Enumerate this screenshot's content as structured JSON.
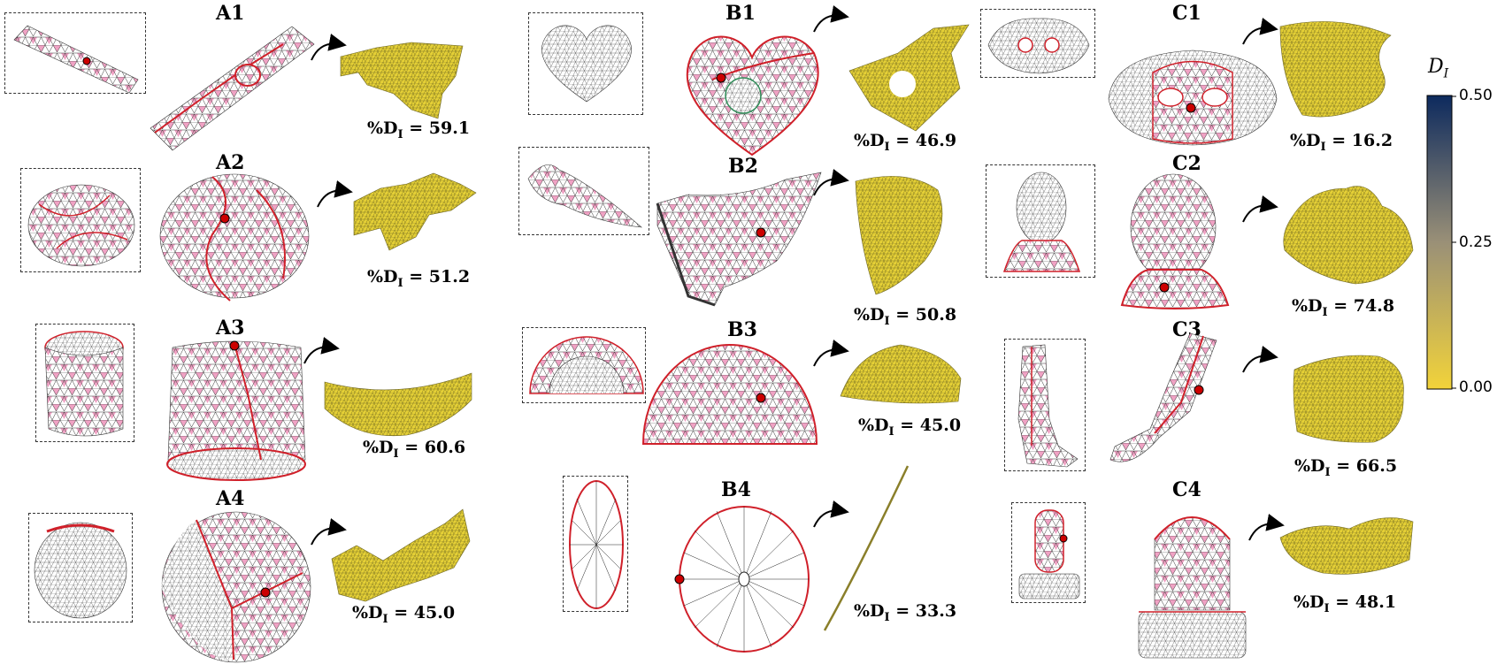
{
  "metric_prefix": "%D",
  "metric_sub": "I",
  "panels": [
    {
      "label": "A1",
      "value": "59.1"
    },
    {
      "label": "A2",
      "value": "51.2"
    },
    {
      "label": "A3",
      "value": "60.6"
    },
    {
      "label": "A4",
      "value": "45.0"
    },
    {
      "label": "B1",
      "value": "46.9"
    },
    {
      "label": "B2",
      "value": "50.8"
    },
    {
      "label": "B3",
      "value": "45.0"
    },
    {
      "label": "B4",
      "value": "33.3"
    },
    {
      "label": "C1",
      "value": "16.2"
    },
    {
      "label": "C2",
      "value": "74.8"
    },
    {
      "label": "C3",
      "value": "66.5"
    },
    {
      "label": "C4",
      "value": "48.1"
    }
  ],
  "colorbar": {
    "title": "D",
    "title_sub": "I",
    "ticks": [
      "0.50",
      "0.25",
      "0.00"
    ],
    "color_low": "#f2d33a",
    "color_mid": "#9a9077",
    "color_high": "#0d2a5e"
  },
  "colors": {
    "mesh_pink": "#f0a2c4",
    "mesh_white": "#ffffff",
    "mesh_line": "#222222",
    "cut_line": "#d0202a",
    "param_yellow": "#e4cf36"
  }
}
